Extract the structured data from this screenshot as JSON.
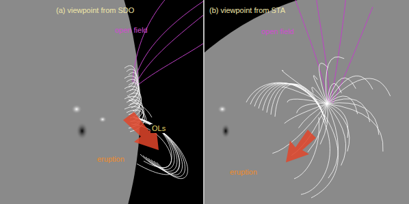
{
  "diagram": {
    "labels": [
      "(a) viewpoint from SDO",
      "open field",
      "OLs",
      "eruption",
      "(b) viewpoint from STA",
      "open field",
      "eruption"
    ]
  }
}
